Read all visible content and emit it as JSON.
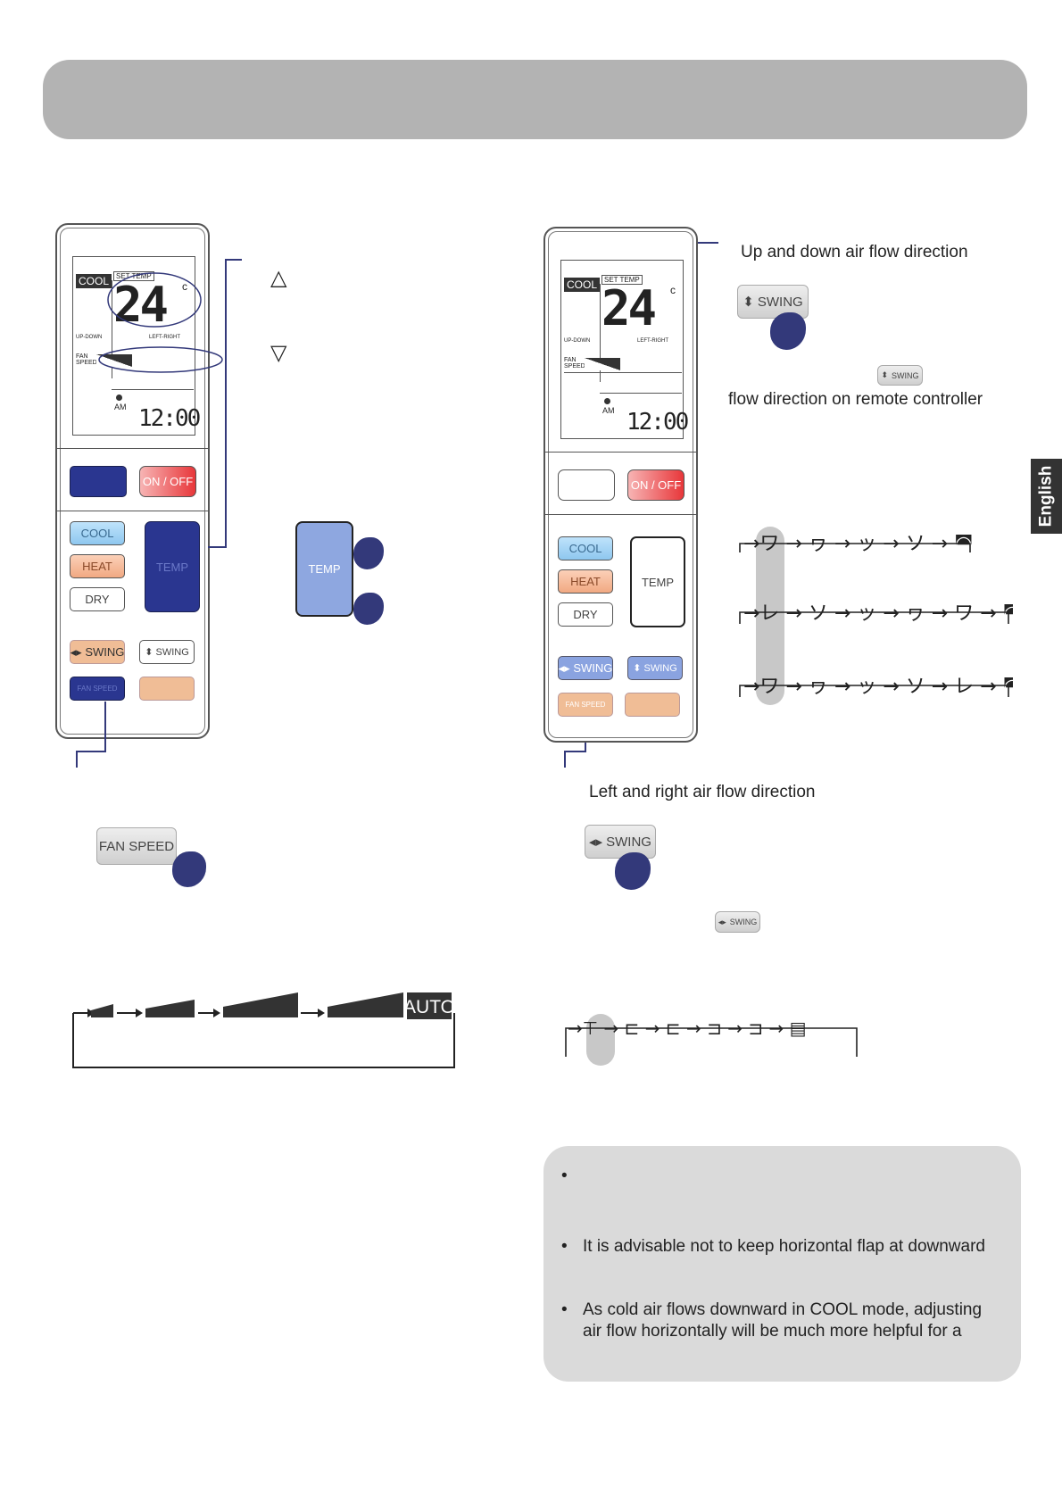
{
  "sidebar_tab": "English",
  "remote": {
    "mode": "COOL",
    "set_temp_label": "SET TEMP",
    "temp_value": "24",
    "temp_unit": "c",
    "up_down_label": "UP-DOWN",
    "left_right_label": "LEFT-RIGHT",
    "fan_speed_label": "FAN SPEED",
    "am_label": "AM",
    "clock": "12:00",
    "on_off": "ON / OFF",
    "cool_button": "COOL",
    "heat_button": "HEAT",
    "dry_button": "DRY",
    "temp_button": "TEMP",
    "swing_lr_button": "SWING",
    "swing_ud_button": "SWING",
    "fan_speed_button": "FAN SPEED"
  },
  "temp_section": {
    "up_symbol": "△",
    "down_symbol": "▽",
    "temp_button_label": "TEMP"
  },
  "fan_section": {
    "button_label": "FAN SPEED",
    "auto_label": "AUTO"
  },
  "updown_section": {
    "heading": "Up and down air flow direction",
    "button_label": "SWING",
    "small_chip_label": "SWING",
    "caption": "flow direction on remote controller"
  },
  "leftright_section": {
    "heading": "Left and right air flow direction",
    "button_label": "SWING",
    "small_chip_label": "SWING"
  },
  "notes": {
    "bullet1": "",
    "bullet2": "It is advisable not to keep horizontal flap at downward",
    "bullet3_line1": "As cold air flows downward in COOL mode, adjusting",
    "bullet3_line2": "air flow horizontally will be much more helpful for a"
  },
  "colors": {
    "header": "#b3b3b3",
    "navy": "#2a3690",
    "peach": "#f0bd96",
    "leader": "#33397a",
    "note_box": "#dadada"
  }
}
